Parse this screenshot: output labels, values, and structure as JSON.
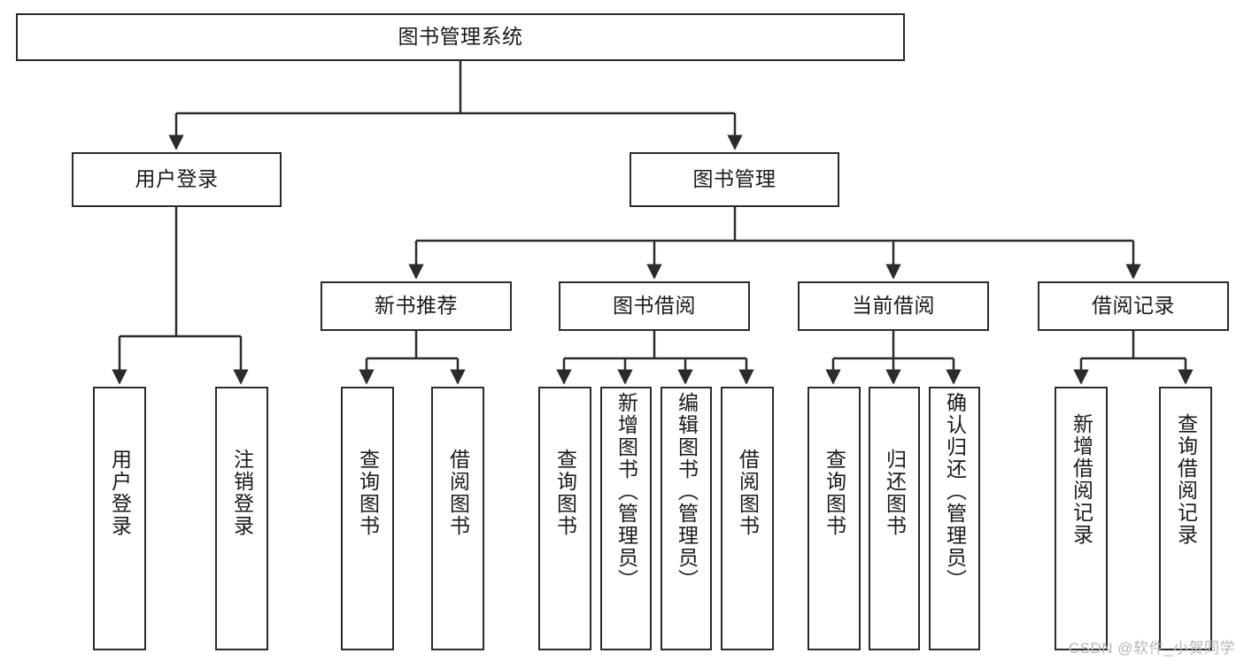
{
  "diagram": {
    "title": "图书管理系统",
    "type": "tree-hierarchy",
    "orientation": "top-down",
    "style": {
      "box_border_color": "#2b2b2b",
      "box_fill_color": "#ffffff",
      "edge_color": "#2b2b2b",
      "text_color": "#1a1a1a",
      "background": "#ffffff"
    },
    "levels": {
      "level1": [
        "图书管理系统"
      ],
      "level2": [
        "用户登录",
        "图书管理"
      ],
      "level3": [
        "新书推荐",
        "图书借阅",
        "当前借阅",
        "借阅记录"
      ],
      "level4": [
        "用户登录",
        "注销登录",
        "查询图书",
        "借阅图书",
        "查询图书",
        "新增图书（管理员）",
        "编辑图书（管理员）",
        "借阅图书",
        "查询图书",
        "归还图书",
        "确认归还（管理员）",
        "新增借阅记录",
        "查询借阅记录"
      ]
    }
  },
  "nodes": {
    "root": {
      "label": "图书管理系统"
    },
    "user_login": {
      "label": "用户登录"
    },
    "book_manage": {
      "label": "图书管理"
    },
    "new_book_rec": {
      "label": "新书推荐"
    },
    "book_borrow": {
      "label": "图书借阅"
    },
    "current_borrow": {
      "label": "当前借阅"
    },
    "borrow_record": {
      "label": "借阅记录"
    },
    "leaf_user_login": {
      "label": "用户登录"
    },
    "leaf_logout": {
      "label": "注销登录"
    },
    "leaf_query_book_1": {
      "label": "查询图书"
    },
    "leaf_borrow_book_1": {
      "label": "借阅图书"
    },
    "leaf_query_book_2": {
      "label": "查询图书"
    },
    "leaf_add_book": {
      "label": "新增图书（管理员）"
    },
    "leaf_edit_book": {
      "label": "编辑图书（管理员）"
    },
    "leaf_borrow_book_2": {
      "label": "借阅图书"
    },
    "leaf_query_book_3": {
      "label": "查询图书"
    },
    "leaf_return_book": {
      "label": "归还图书"
    },
    "leaf_confirm_return": {
      "label": "确认归还（管理员）"
    },
    "leaf_add_record": {
      "label": "新增借阅记录"
    },
    "leaf_query_record": {
      "label": "查询借阅记录"
    }
  },
  "watermark": {
    "text": "CSDN @软件_小贺同学"
  }
}
